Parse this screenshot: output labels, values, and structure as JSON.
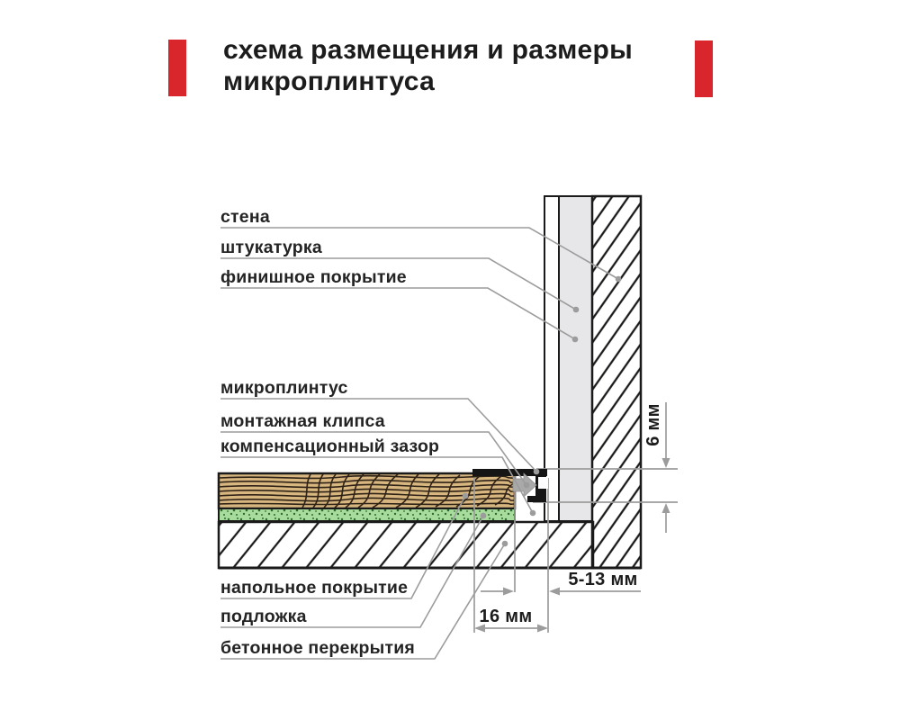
{
  "title": {
    "line1": "схема размещения и размеры",
    "line2": "микроплинтуса"
  },
  "labels": {
    "wall": "стена",
    "plaster": "штукатурка",
    "finish_coat": "финишное покрытие",
    "skirting": "микроплинтус",
    "mounting_clip": "монтажная клипса",
    "expansion_gap": "компенсационный зазор",
    "floor_covering": "напольное покрытие",
    "underlay": "подложка",
    "concrete_slab": "бетонное перекрытия"
  },
  "dimensions": {
    "skirting_height": "6 мм",
    "wall_gap": "5-13 мм",
    "skirting_width": "16 мм"
  },
  "colors": {
    "accent_red": "#D8262C",
    "wood_tan": "#D7B77F",
    "plaster_gray": "#E7E7EA",
    "underlay_green": "#A7DC9D",
    "clip_gray": "#A9A9A9",
    "line_gray": "#9C9C9C",
    "outline_black": "#1a1a1a"
  }
}
